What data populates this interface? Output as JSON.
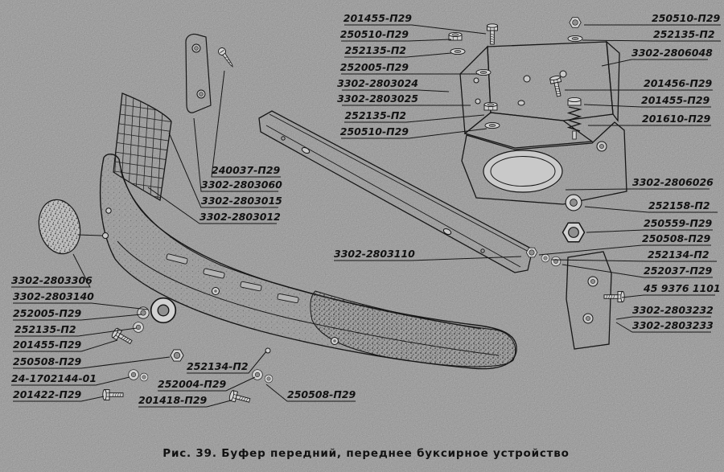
{
  "figure": {
    "caption": "Рис. 39. Буфер передний, переднее буксирное устройство"
  },
  "colors": {
    "paper": "#c9c9c9",
    "ink": "#161616"
  },
  "labels": {
    "top_left": [
      "201455-П29",
      "250510-П29",
      "252135-П2",
      "252005-П29",
      "3302-2803024",
      "3302-2803025",
      "252135-П2",
      "250510-П29"
    ],
    "top_right": [
      "250510-П29",
      "252135-П2",
      "3302-2806048",
      "201456-П29",
      "201455-П29",
      "201610-П29"
    ],
    "mid_left": [
      "240037-П29",
      "3302-2803060",
      "3302-2803015",
      "3302-2803012"
    ],
    "right": [
      "3302-2806026",
      "252158-П2",
      "250559-П29",
      "250508-П29",
      "252134-П2",
      "252037-П29",
      "45 9376 1101",
      "3302-2803232",
      "3302-2803233"
    ],
    "left": [
      "3302-2803306",
      "3302-2803140",
      "252005-П29",
      "252135-П2",
      "201455-П29",
      "250508-П29",
      "24-1702144-01",
      "201422-П29"
    ],
    "bottom": [
      "3302-2803110",
      "252134-П2",
      "252004-П29",
      "201418-П29",
      "250508-П29"
    ]
  }
}
